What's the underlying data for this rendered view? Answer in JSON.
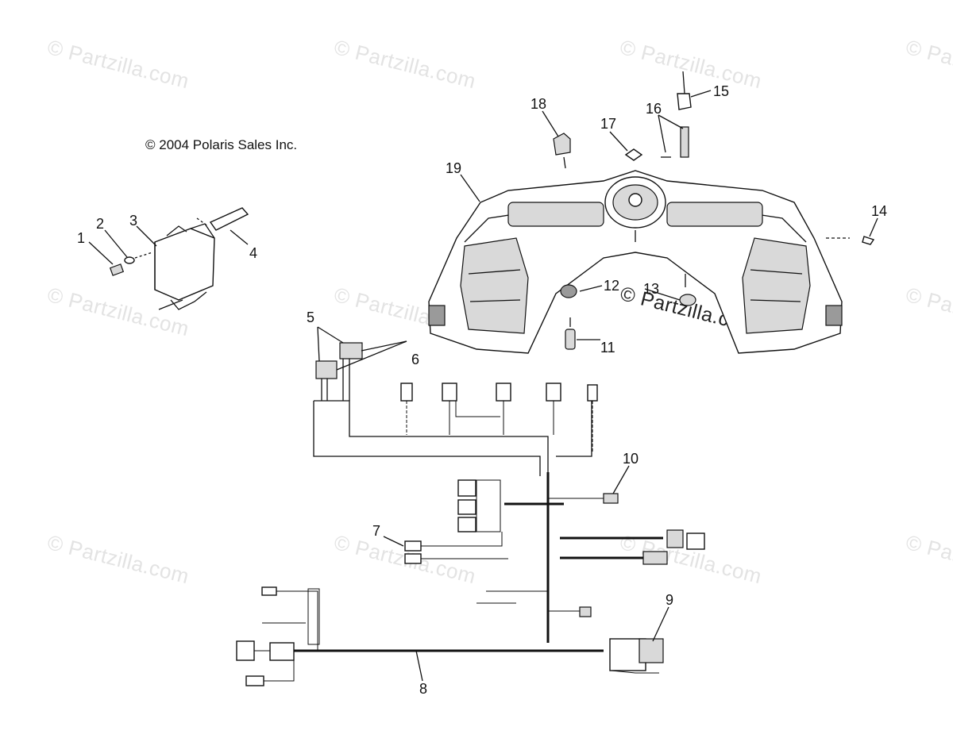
{
  "copyright": "© 2004 Polaris Sales Inc.",
  "watermark": "© Partzilla.com",
  "callouts": [
    "1",
    "2",
    "3",
    "4",
    "5",
    "6",
    "7",
    "8",
    "9",
    "10",
    "11",
    "12",
    "13",
    "14",
    "15",
    "16",
    "17",
    "18",
    "19"
  ]
}
